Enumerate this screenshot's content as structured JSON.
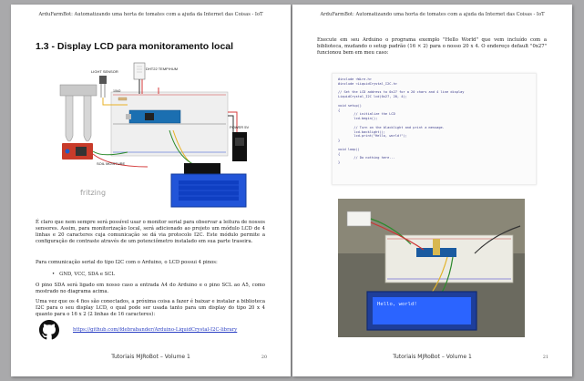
{
  "left_page": {
    "running_header": "ArduFarmBot: Automatizando uma horta de tomates com a ajuda da Internet das Coisas - IoT",
    "section_title": "1.3 - Display LCD para monitoramento local",
    "diagram_labels": {
      "light_sensor": "LIGHT SENSOR",
      "dht": "DHT22 TEMP/HUM",
      "resistor": "10kΩ",
      "power": "POWER 5V",
      "soil": "SOIL MOISTURE",
      "brand": "fritzing"
    },
    "paragraph_1": "É claro que nem sempre será possível usar o monitor serial para observar a leitura de nossos sensores. Assim, para monitorização local, será adicionado ao projeto um módulo LCD de 4 linhas e 20 caracteres cuja comunicação se dá via protocolo I2C. Este módulo permite a configuração de contraste através de um potenciômetro instalado em sua parte traseira.",
    "paragraph_2": "Para comunicação serial do tipo I2C com o Arduino, o LCD possui 4 pinos:",
    "pins_item": "GND, VCC, SDA e SCL",
    "paragraph_3": "O pino SDA será ligado em nosso caso a entrada A4 do Arduino e o pino SCL ao A5, como mostrado no diagrama acima.",
    "paragraph_4": "Uma vez que os 4 fios são conectados, a próxima coisa a fazer é baixar e instalar a biblioteca I2C para o seu display LCD, o qual pode ser usada tanto para um display do tipo 20 x 4 quanto para o 16 x 2 (2 linhas de 16 caracteres):",
    "link": "https://github.com/fdebrabander/Arduino-LiquidCrystal-I2C-library",
    "footer_title": "Tutoriais MJRoBot – Volume 1",
    "page_number": "20"
  },
  "right_page": {
    "running_header": "ArduFarmBot: Automatizando uma horta de tomates com a ajuda da Internet das Coisas - IoT",
    "paragraph_1": "Execute em seu Arduino o programa exemplo \"Hello World\" que vem incluído com a biblioteca, mudando o setup padrão (16 × 2) para o nosso 20 x 4. O endereço default \"0x27\" funcionou bem em meu caso:",
    "code_lines": [
      "#include <Wire.h>",
      "#include <LiquidCrystal_I2C.h>",
      "",
      "// Set the LCD address to 0x27 for a 20 chars and 4 line display",
      "LiquidCrystal_I2C lcd(0x27, 20, 4);",
      "",
      "void setup()",
      "{",
      "        // initialize the LCD",
      "        lcd.begin();",
      "",
      "        // Turn on the blacklight and print a message.",
      "        lcd.backlight();",
      "        lcd.print(\"Hello, world!\");",
      "}",
      "",
      "void loop()",
      "{",
      "        // Do nothing here...",
      "}"
    ],
    "photo_lcd_text": "Hello, world!",
    "footer_title": "Tutoriais MJRoBot – Volume 1",
    "page_number": "21"
  }
}
